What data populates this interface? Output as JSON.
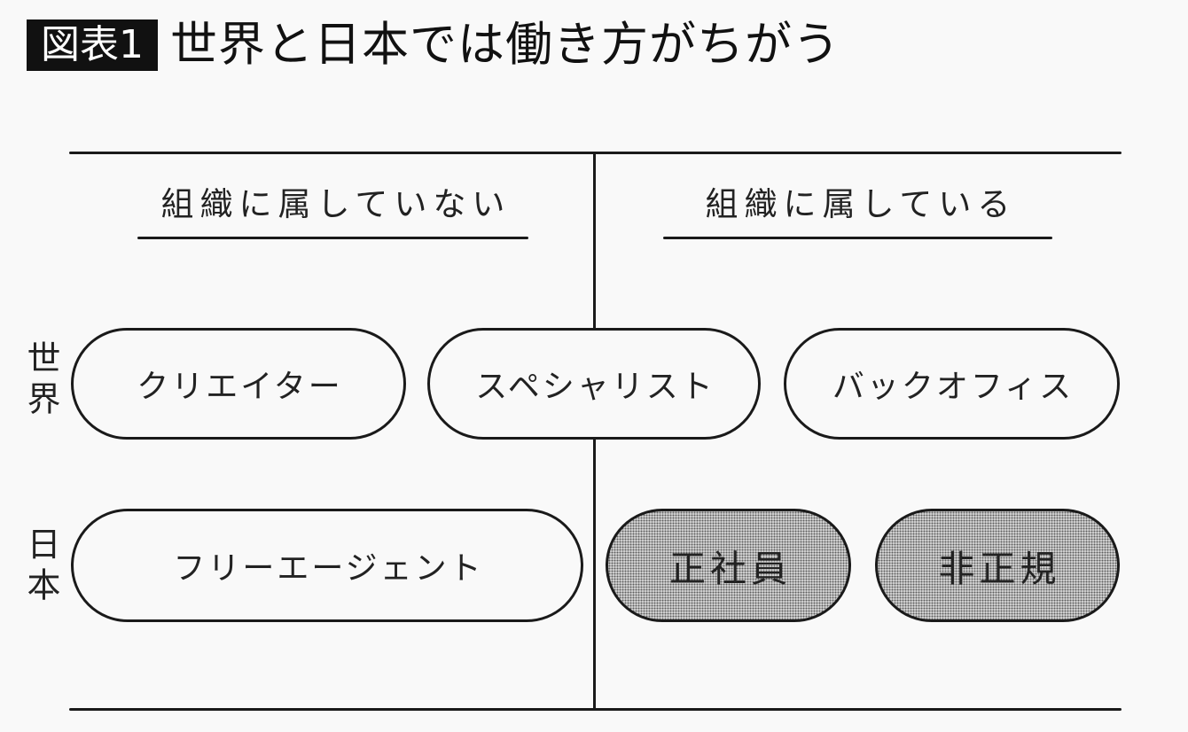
{
  "figure": {
    "label": "図表1",
    "title": "世界と日本では働き方がちがう"
  },
  "columns": [
    {
      "label": "組織に属していない"
    },
    {
      "label": "組織に属している"
    }
  ],
  "rows": [
    {
      "label": "世界",
      "items": [
        {
          "text": "クリエイター",
          "highlighted": false
        },
        {
          "text": "スペシャリスト",
          "highlighted": false
        },
        {
          "text": "バックオフィス",
          "highlighted": false
        }
      ]
    },
    {
      "label": "日本",
      "items": [
        {
          "text": "フリーエージェント",
          "highlighted": false
        },
        {
          "text": "正社員",
          "highlighted": true
        },
        {
          "text": "非正規",
          "highlighted": true
        }
      ]
    }
  ],
  "colors": {
    "ink": "#1a1a1a",
    "background": "#f9f9f9",
    "highlight_fill": "#e0e0e0",
    "highlight_dot": "#5e5e5e",
    "label_box": "#111111",
    "label_text": "#ffffff"
  }
}
